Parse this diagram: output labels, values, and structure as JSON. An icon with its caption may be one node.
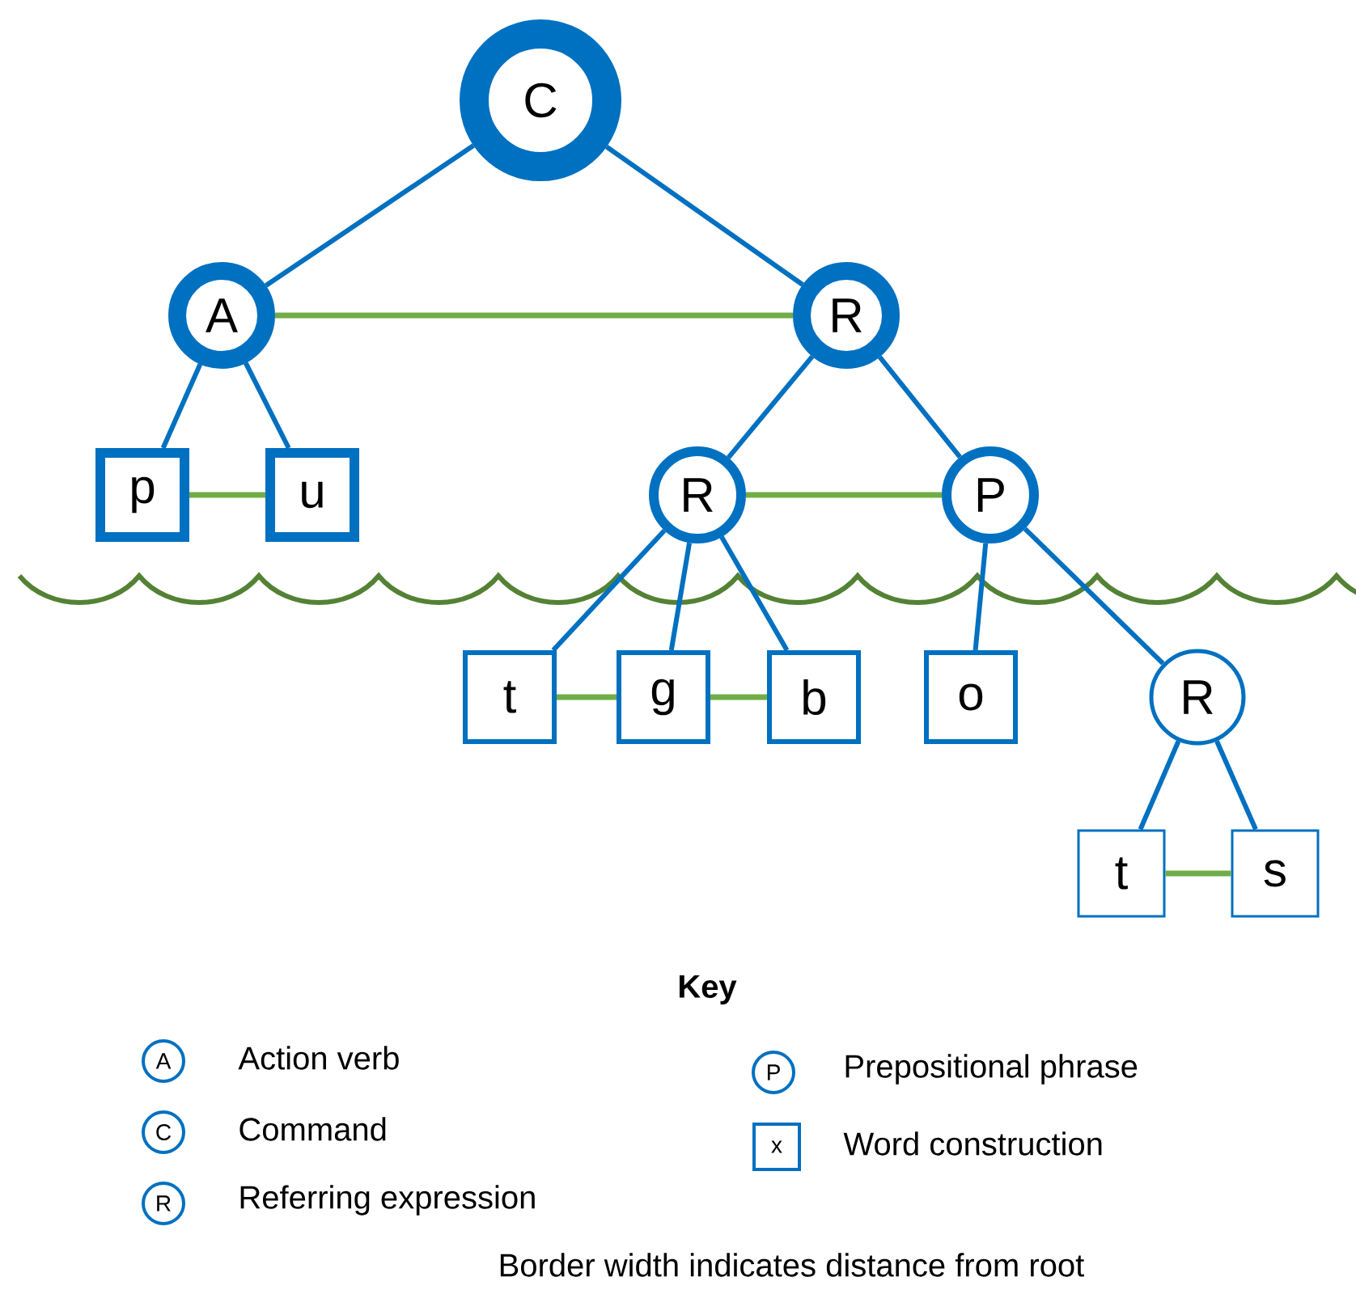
{
  "diagram": {
    "nodes": [
      {
        "text": [
          "C"
        ]
      },
      {
        "text": [
          "A"
        ]
      },
      {
        "text": [
          "R"
        ]
      },
      {
        "text": [
          "p"
        ]
      },
      {
        "text": [
          "u"
        ]
      },
      {
        "text": [
          "R"
        ]
      },
      {
        "text": [
          "P"
        ]
      },
      {
        "text": [
          "t"
        ]
      },
      {
        "text": [
          "g"
        ]
      },
      {
        "text": [
          "b"
        ]
      },
      {
        "text": [
          "o"
        ]
      },
      {
        "text": [
          "R"
        ]
      },
      {
        "text": [
          "t"
        ]
      },
      {
        "text": [
          "s"
        ]
      }
    ],
    "edges": [
      {
        "from": 0,
        "to": 1,
        "arrow": "none"
      },
      {
        "from": 0,
        "to": 2,
        "arrow": "none"
      },
      {
        "from": 1,
        "to": 2,
        "arrow": "none",
        "color": "#70ad47"
      },
      {
        "from": 1,
        "to": 3,
        "arrow": "none"
      },
      {
        "from": 1,
        "to": 4,
        "arrow": "none"
      },
      {
        "from": 3,
        "to": 4,
        "arrow": "none",
        "color": "#70ad47"
      },
      {
        "from": 2,
        "to": 5,
        "arrow": "none"
      },
      {
        "from": 2,
        "to": 6,
        "arrow": "none"
      },
      {
        "from": 5,
        "to": 6,
        "arrow": "none",
        "color": "#70ad47"
      },
      {
        "from": 5,
        "to": 7,
        "arrow": "none"
      },
      {
        "from": 5,
        "to": 8,
        "arrow": "none"
      },
      {
        "from": 5,
        "to": 9,
        "arrow": "none"
      },
      {
        "from": 7,
        "to": 8,
        "arrow": "none",
        "color": "#70ad47"
      },
      {
        "from": 8,
        "to": 9,
        "arrow": "none",
        "color": "#70ad47"
      },
      {
        "from": 6,
        "to": 10,
        "arrow": "none"
      },
      {
        "from": 6,
        "to": 11,
        "arrow": "none"
      },
      {
        "from": 11,
        "to": 12,
        "arrow": "none"
      },
      {
        "from": 11,
        "to": 13,
        "arrow": "none"
      },
      {
        "from": 12,
        "to": 13,
        "arrow": "none",
        "color": "#70ad47"
      }
    ],
    "labels": [
      "Key",
      "A",
      "C",
      "R",
      "P",
      "x",
      "Border width indicates distance from root"
    ],
    "legend": [
      {
        "text": "Action verb"
      },
      {
        "text": "Command"
      },
      {
        "text": "Referring expression"
      },
      {
        "text": "Prepositional phrase"
      },
      {
        "text": "Word construction"
      }
    ]
  }
}
